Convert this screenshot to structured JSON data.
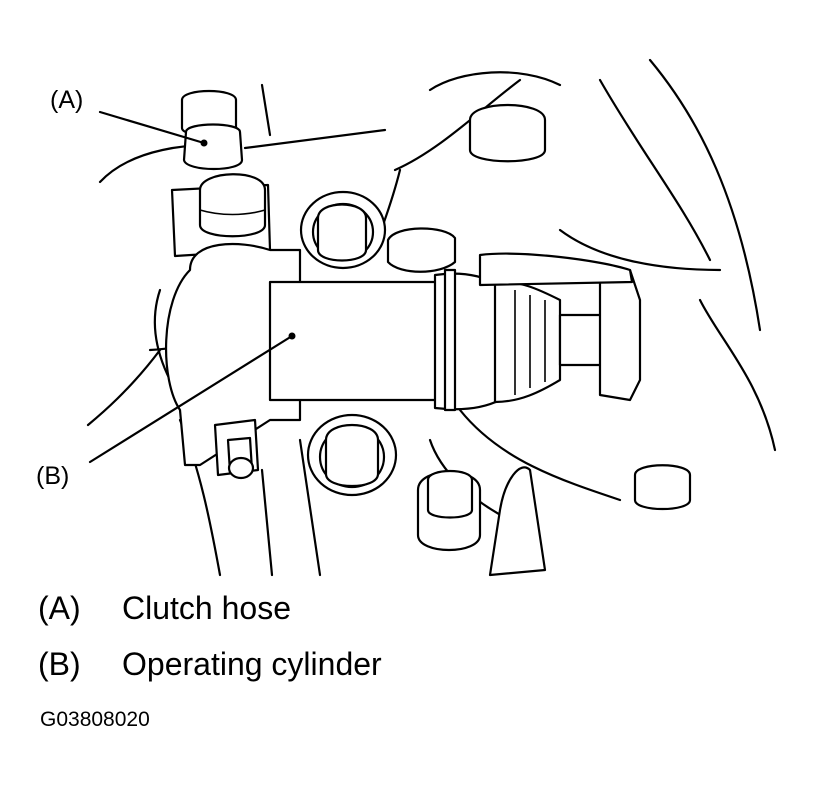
{
  "callouts": {
    "a": "(A)",
    "b": "(B)"
  },
  "legend": [
    {
      "key": "(A)",
      "text": "Clutch hose"
    },
    {
      "key": "(B)",
      "text": "Operating cylinder"
    }
  ],
  "figure_code": "G03808020"
}
